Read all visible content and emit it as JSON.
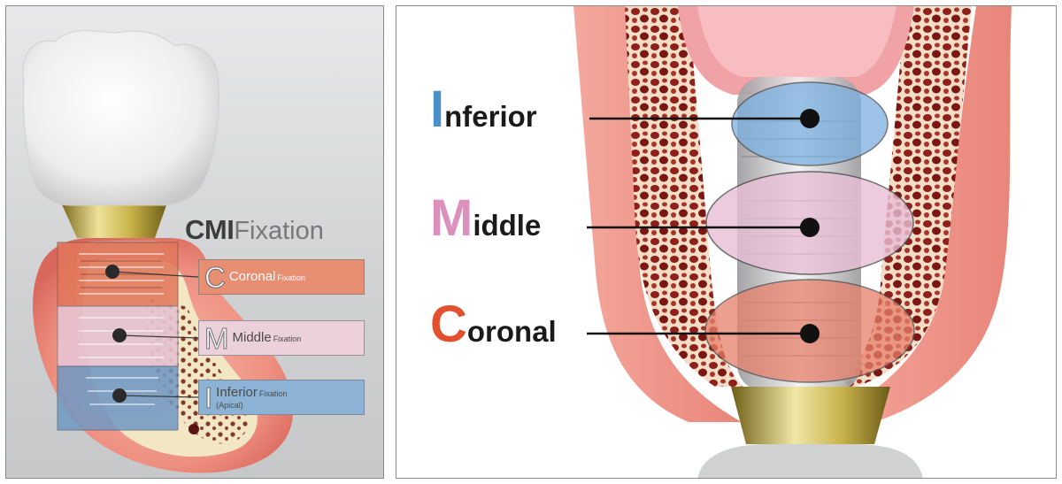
{
  "left_panel": {
    "title_bold": "CMI",
    "title_light": "Fixation",
    "zones": [
      {
        "key": "coronal",
        "letter": "C",
        "name": "Coronal",
        "suffix": "Fixation",
        "sub": "",
        "color": "#e88e72"
      },
      {
        "key": "middle",
        "letter": "M",
        "name": "Middle",
        "suffix": "Fixation",
        "sub": "",
        "color": "#ecd0dc"
      },
      {
        "key": "inferior",
        "letter": "I",
        "name": "Inferior",
        "suffix": "Fixation",
        "sub": "(Apical)",
        "color": "#8cb2d6"
      }
    ]
  },
  "right_panel": {
    "labels": [
      {
        "key": "inferior",
        "letter": "I",
        "rest": "nferior",
        "color": "#4a90c9"
      },
      {
        "key": "middle",
        "letter": "M",
        "rest": "iddle",
        "color": "#dd8fbe"
      },
      {
        "key": "coronal",
        "letter": "C",
        "rest": "oronal",
        "color": "#e2502e"
      }
    ]
  }
}
